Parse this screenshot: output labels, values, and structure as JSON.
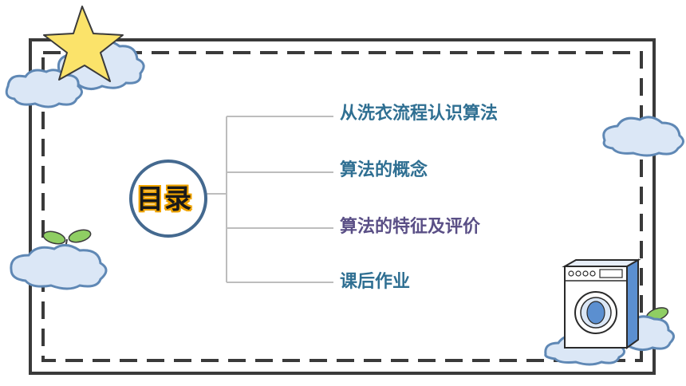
{
  "toc": {
    "title": "目录",
    "items": [
      {
        "label": "从洗衣流程认识算法",
        "color": "#2f6f92"
      },
      {
        "label": "算法的概念",
        "color": "#2f6f92"
      },
      {
        "label": "算法的特征及评价",
        "color": "#5a4f86"
      },
      {
        "label": "课后作业",
        "color": "#2f6f92"
      }
    ]
  },
  "colors": {
    "frame": "#444444",
    "circle_border": "#44698f",
    "star": "#fbe36a",
    "cloud_outline": "#5f88b5",
    "cloud_fill": "#dbe7f6",
    "title_glow": "#f0a400"
  },
  "decorations": {
    "star_icon": "star-icon",
    "washing_machine_icon": "washing-machine-icon",
    "sprout_icon": "sprout-icon"
  }
}
